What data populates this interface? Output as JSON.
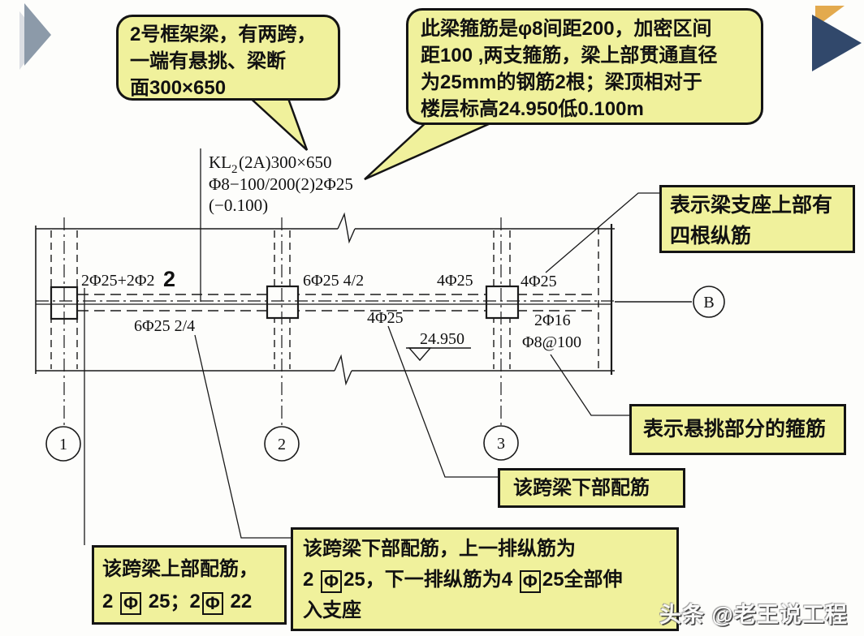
{
  "callouts": {
    "frame_beam": {
      "lines": [
        "2号框架梁，有两跨，",
        "一端有悬挑、梁断",
        "面300×650"
      ]
    },
    "stirrup": {
      "lines": [
        "此梁箍筋是φ8间距200，加密区间",
        "距100 ,两支箍筋，梁上部贯通直径",
        "为25mm的钢筋2根；梁顶相对于",
        "楼层标高24.950低0.100m"
      ]
    },
    "support_top": {
      "lines": [
        "表示梁支座上部有",
        "四根纵筋"
      ]
    },
    "cantilever_stirrup": {
      "text": "表示悬挑部分的箍筋"
    },
    "bottom_rebar": {
      "text": "该跨梁下部配筋"
    },
    "bottom_detail": {
      "line1": "该跨梁下部配筋，上一排纵筋为",
      "seg_a": "2 ",
      "sym1": "Φ",
      "seg_b": "25，下一排纵筋为4 ",
      "sym2": "Φ",
      "seg_c": "25全部伸",
      "line3": "入支座"
    },
    "top_rebar": {
      "line1": "该跨梁上部配筋，",
      "seg_a": "2 ",
      "sym1": "Φ",
      "seg_b": " 25；2",
      "sym2": "Φ",
      "seg_c": "  22"
    }
  },
  "beam_label": {
    "kl_prefix": "KL",
    "kl_sub": "2",
    "kl_rest": "(2A)300×650",
    "line2": "Φ8−100/200(2)2Φ25",
    "line3": "(−0.100)"
  },
  "drawing_labels": {
    "span1_top": "2Φ25+2Φ2",
    "span1_top_suffix": "2",
    "span1_bottom": "6Φ25 2/4",
    "span2_top_left": "6Φ25 4/2",
    "span2_top_right": "4Φ25",
    "span2_bottom": "4Φ25",
    "level": "24.950",
    "cantilever_top": "4Φ25",
    "cantilever_bottom1": "2Φ16",
    "cantilever_bottom2": "Φ8@100"
  },
  "grid": {
    "axis1": "1",
    "axis2": "2",
    "axis3": "3",
    "axisB": "B"
  },
  "watermark": "头条 @老王说工程",
  "colors": {
    "callout_fill": "#f0f19c",
    "navy_arrow": "#31486b",
    "gold_arrow": "#e3aa4e",
    "gray_arrow": "#8c9aa9",
    "line": "#1a1a1a"
  }
}
